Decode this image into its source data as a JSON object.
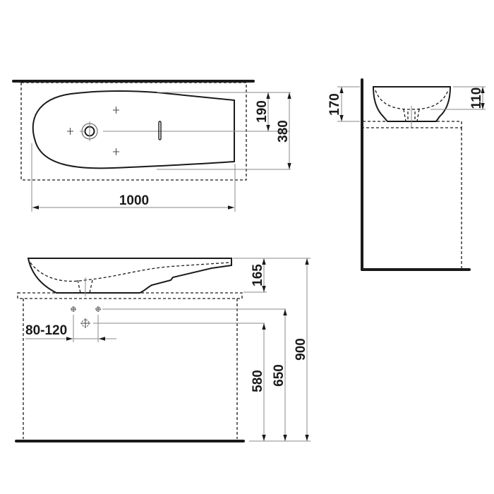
{
  "drawing": {
    "type": "technical dimension drawing",
    "subject": "countertop washbasin",
    "units": "mm"
  },
  "views": {
    "top": {
      "dimensions": {
        "width": "1000",
        "depth": "380",
        "drain_offset": "190"
      }
    },
    "side": {
      "dimensions": {
        "height": "170",
        "bowl_depth": "110"
      }
    },
    "front": {
      "dimensions": {
        "basin_height": "165",
        "total_height": "900",
        "outlet_height_1": "650",
        "outlet_height_2": "580",
        "outlet_spacing": "80-120"
      }
    }
  }
}
